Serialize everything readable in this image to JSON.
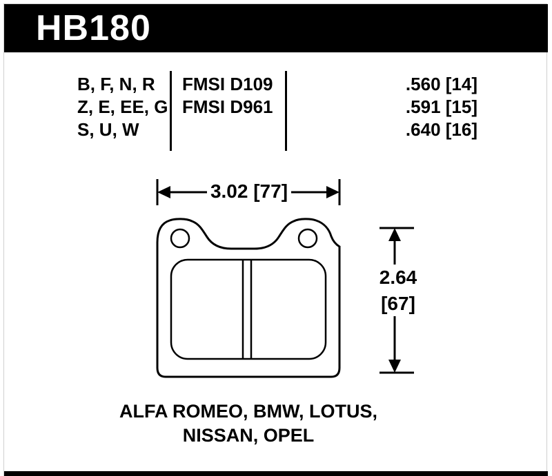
{
  "page": {
    "part_number": "HB180"
  },
  "spec_table": {
    "compound_rows": [
      "B, F, N, R",
      "Z, E, EE, G",
      "S, U, W"
    ],
    "fmsi_rows": [
      "FMSI D109",
      "FMSI D961"
    ],
    "thickness_rows": [
      ".560 [14]",
      ".591 [15]",
      ".640 [16]"
    ]
  },
  "dimensions": {
    "width_label": "3.02 [77]",
    "height_value": "2.64",
    "height_bracket": "[67]"
  },
  "applications": {
    "line1": "ALFA ROMEO, BMW, LOTUS,",
    "line2": "NISSAN, OPEL"
  },
  "colors": {
    "header_bg": "#000000",
    "header_text": "#ffffff",
    "line_color": "#000000",
    "page_bg": "#ffffff"
  }
}
